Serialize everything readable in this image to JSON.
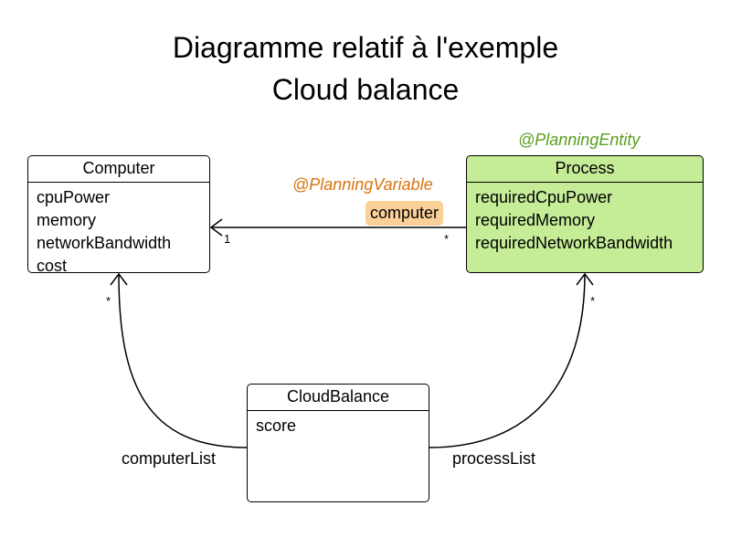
{
  "title": {
    "line1": "Diagramme relatif à l'exemple",
    "line2": "Cloud balance"
  },
  "classes": {
    "computer": {
      "name": "Computer",
      "attributes": [
        "cpuPower",
        "memory",
        "networkBandwidth",
        "cost"
      ]
    },
    "process": {
      "name": "Process",
      "annotation": "@PlanningEntity",
      "attributes": [
        "requiredCpuPower",
        "requiredMemory",
        "requiredNetworkBandwidth"
      ]
    },
    "cloudbalance": {
      "name": "CloudBalance",
      "attributes": [
        "score"
      ]
    }
  },
  "relations": {
    "computer_var": {
      "annotation": "@PlanningVariable",
      "label": "computer",
      "mult_target": "1",
      "mult_source": "*"
    },
    "computer_list": {
      "label": "computerList",
      "mult": "*"
    },
    "process_list": {
      "label": "processList",
      "mult": "*"
    }
  },
  "colors": {
    "entity_fill": "#c5ec97",
    "entity_annotation": "#5a9e1e",
    "variable_annotation": "#d9730d",
    "variable_chip": "#fbcf98"
  }
}
